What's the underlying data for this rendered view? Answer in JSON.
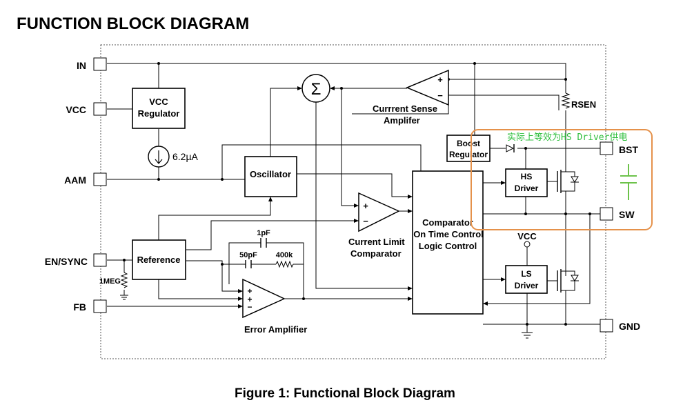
{
  "heading": "FUNCTION BLOCK DIAGRAM",
  "caption": "Figure 1: Functional Block Diagram",
  "pins": {
    "in": "IN",
    "vcc": "VCC",
    "aam": "AAM",
    "en_sync": "EN/SYNC",
    "fb": "FB",
    "bst": "BST",
    "sw": "SW",
    "gnd": "GND"
  },
  "blocks": {
    "vcc_regulator_1": "VCC",
    "vcc_regulator_2": "Regulator",
    "oscillator": "Oscillator",
    "reference": "Reference",
    "boost_regulator_1": "Boost",
    "boost_regulator_2": "Regulator",
    "hs_driver_1": "HS",
    "hs_driver_2": "Driver",
    "ls_driver_1": "LS",
    "ls_driver_2": "Driver",
    "logic_1": "Comparator",
    "logic_2": "On Time Control",
    "logic_3": "Logic Control"
  },
  "labels": {
    "current_source": "6.2µA",
    "rsen": "RSEN",
    "csa_1": "Currrent Sense",
    "csa_2": "Amplifer",
    "clc_1": "Current Limit",
    "clc_2": "Comparator",
    "error_amplifier": "Error Amplifier",
    "cap_1pf": "1pF",
    "cap_50pf": "50pF",
    "res_400k": "400k",
    "res_1meg": "1MEG",
    "ls_vcc": "VCC",
    "sigma": "Σ",
    "plus": "+",
    "minus": "−"
  },
  "annotation": {
    "text": "实际上等效为HS Driver供电",
    "color": "#e5914a",
    "text_color": "#2fbf3e",
    "cap_color": "#6cc24a"
  }
}
